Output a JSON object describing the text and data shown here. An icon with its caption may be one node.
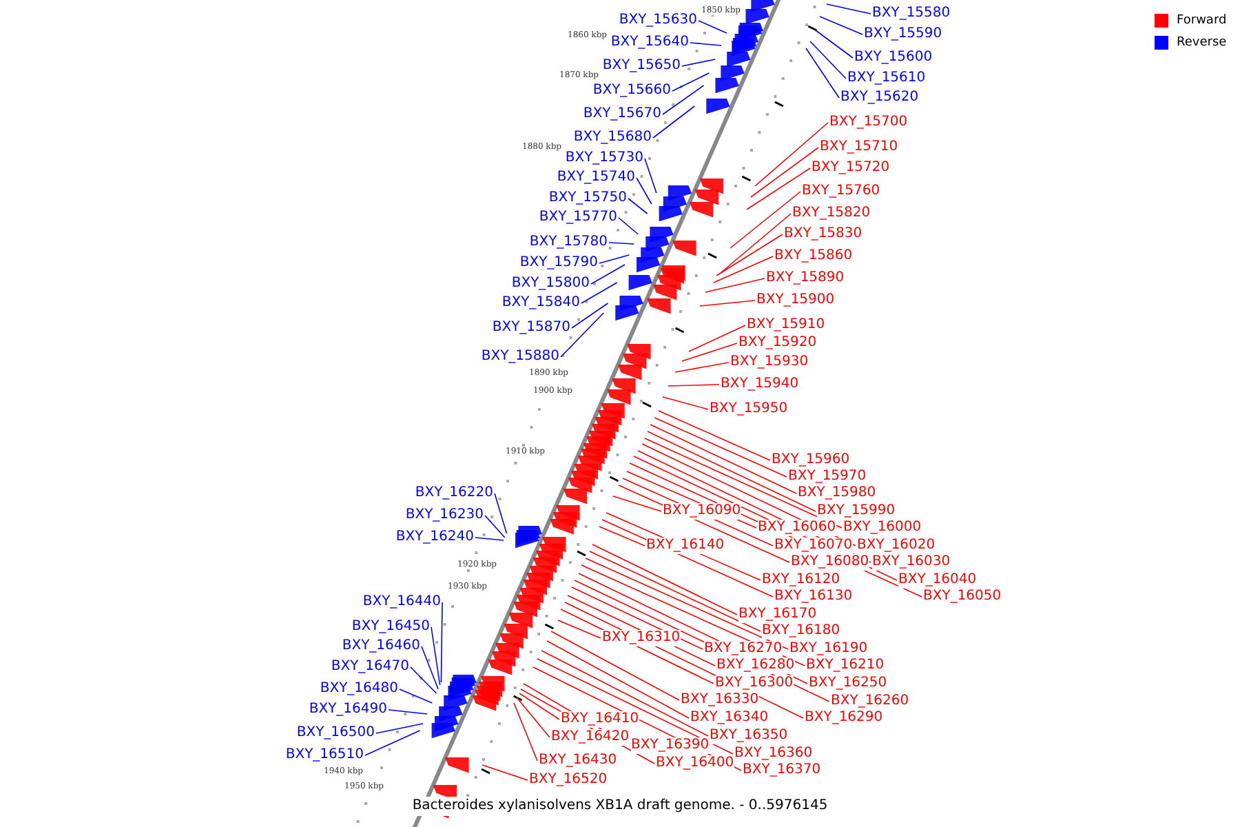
{
  "diagram": {
    "caption": "Bacteroides xylanisolvens XB1A draft genome. - 0..5976145",
    "nodes": [
      {
        "text": [
          "BXY_15580"
        ]
      },
      {
        "text": [
          "BXY_15590"
        ]
      },
      {
        "text": [
          "BXY_15600"
        ]
      },
      {
        "text": [
          "BXY_15610"
        ]
      },
      {
        "text": [
          "BXY_15620"
        ]
      },
      {
        "text": [
          "BXY_15630"
        ]
      },
      {
        "text": [
          "BXY_15640"
        ]
      },
      {
        "text": [
          "BXY_15650"
        ]
      },
      {
        "text": [
          "BXY_15660"
        ]
      },
      {
        "text": [
          "BXY_15670"
        ]
      },
      {
        "text": [
          "BXY_15680"
        ]
      },
      {
        "text": [
          "BXY_15700"
        ]
      },
      {
        "text": [
          "BXY_15710"
        ]
      },
      {
        "text": [
          "BXY_15720"
        ]
      },
      {
        "text": [
          "BXY_15730"
        ]
      },
      {
        "text": [
          "BXY_15740"
        ]
      },
      {
        "text": [
          "BXY_15750"
        ]
      },
      {
        "text": [
          "BXY_15760"
        ]
      },
      {
        "text": [
          "BXY_15770"
        ]
      },
      {
        "text": [
          "BXY_15780"
        ]
      },
      {
        "text": [
          "BXY_15790"
        ]
      },
      {
        "text": [
          "BXY_15800"
        ]
      },
      {
        "text": [
          "BXY_15820"
        ]
      },
      {
        "text": [
          "BXY_15830"
        ]
      },
      {
        "text": [
          "BXY_15840"
        ]
      },
      {
        "text": [
          "BXY_15860"
        ]
      },
      {
        "text": [
          "BXY_15870"
        ]
      },
      {
        "text": [
          "BXY_15880"
        ]
      },
      {
        "text": [
          "BXY_15890"
        ]
      },
      {
        "text": [
          "BXY_15900"
        ]
      },
      {
        "text": [
          "BXY_15910"
        ]
      },
      {
        "text": [
          "BXY_15920"
        ]
      },
      {
        "text": [
          "BXY_15930"
        ]
      },
      {
        "text": [
          "BXY_15940"
        ]
      },
      {
        "text": [
          "BXY_15950"
        ]
      },
      {
        "text": [
          "BXY_15960"
        ]
      },
      {
        "text": [
          "BXY_15970"
        ]
      },
      {
        "text": [
          "BXY_15980"
        ]
      },
      {
        "text": [
          "BXY_15990"
        ]
      },
      {
        "text": [
          "BXY_16000"
        ]
      },
      {
        "text": [
          "BXY_16020"
        ]
      },
      {
        "text": [
          "BXY_16030"
        ]
      },
      {
        "text": [
          "BXY_16040"
        ]
      },
      {
        "text": [
          "BXY_16050"
        ]
      },
      {
        "text": [
          "BXY_16060"
        ]
      },
      {
        "text": [
          "BXY_16070"
        ]
      },
      {
        "text": [
          "BXY_16080"
        ]
      },
      {
        "text": [
          "BXY_16090"
        ]
      },
      {
        "text": [
          "BXY_16120"
        ]
      },
      {
        "text": [
          "BXY_16130"
        ]
      },
      {
        "text": [
          "BXY_16140"
        ]
      },
      {
        "text": [
          "BXY_16170"
        ]
      },
      {
        "text": [
          "BXY_16180"
        ]
      },
      {
        "text": [
          "BXY_16190"
        ]
      },
      {
        "text": [
          "BXY_16210"
        ]
      },
      {
        "text": [
          "BXY_16220"
        ]
      },
      {
        "text": [
          "BXY_16230"
        ]
      },
      {
        "text": [
          "BXY_16240"
        ]
      },
      {
        "text": [
          "BXY_16250"
        ]
      },
      {
        "text": [
          "BXY_16260"
        ]
      },
      {
        "text": [
          "BXY_16270"
        ]
      },
      {
        "text": [
          "BXY_16280"
        ]
      },
      {
        "text": [
          "BXY_16290"
        ]
      },
      {
        "text": [
          "BXY_16300"
        ]
      },
      {
        "text": [
          "BXY_16310"
        ]
      },
      {
        "text": [
          "BXY_16330"
        ]
      },
      {
        "text": [
          "BXY_16340"
        ]
      },
      {
        "text": [
          "BXY_16350"
        ]
      },
      {
        "text": [
          "BXY_16360"
        ]
      },
      {
        "text": [
          "BXY_16370"
        ]
      },
      {
        "text": [
          "BXY_16390"
        ]
      },
      {
        "text": [
          "BXY_16400"
        ]
      },
      {
        "text": [
          "BXY_16410"
        ]
      },
      {
        "text": [
          "BXY_16420"
        ]
      },
      {
        "text": [
          "BXY_16430"
        ]
      },
      {
        "text": [
          "BXY_16440"
        ]
      },
      {
        "text": [
          "BXY_16450"
        ]
      },
      {
        "text": [
          "BXY_16460"
        ]
      },
      {
        "text": [
          "BXY_16470"
        ]
      },
      {
        "text": [
          "BXY_16480"
        ]
      },
      {
        "text": [
          "BXY_16490"
        ]
      },
      {
        "text": [
          "BXY_16500"
        ]
      },
      {
        "text": [
          "BXY_16510"
        ]
      },
      {
        "text": [
          "BXY_16520"
        ]
      }
    ],
    "edges": [
      {
        "from": 0,
        "to": null,
        "arrow": "none",
        "color": "#0000ff"
      },
      {
        "from": 1,
        "to": null,
        "arrow": "none",
        "color": "#0000ff"
      },
      {
        "from": 2,
        "to": null,
        "arrow": "none",
        "color": "#0000ff"
      },
      {
        "from": 3,
        "to": null,
        "arrow": "none",
        "color": "#0000ff"
      },
      {
        "from": 4,
        "to": null,
        "arrow": "none",
        "color": "#0000ff"
      },
      {
        "from": 5,
        "to": null,
        "arrow": "none",
        "color": "#0000ff"
      },
      {
        "from": 6,
        "to": null,
        "arrow": "none",
        "color": "#0000ff"
      },
      {
        "from": 7,
        "to": null,
        "arrow": "none",
        "color": "#0000ff"
      },
      {
        "from": 8,
        "to": null,
        "arrow": "none",
        "color": "#0000ff"
      },
      {
        "from": 9,
        "to": null,
        "arrow": "none",
        "color": "#0000ff"
      },
      {
        "from": 10,
        "to": null,
        "arrow": "none",
        "color": "#0000ff"
      },
      {
        "from": 11,
        "to": null,
        "arrow": "none"
      },
      {
        "from": 12,
        "to": null,
        "arrow": "none"
      },
      {
        "from": 13,
        "to": null,
        "arrow": "none"
      },
      {
        "from": 14,
        "to": null,
        "arrow": "none",
        "color": "#0000ff"
      },
      {
        "from": 15,
        "to": null,
        "arrow": "none",
        "color": "#0000ff"
      },
      {
        "from": 16,
        "to": null,
        "arrow": "none",
        "color": "#0000ff"
      },
      {
        "from": 17,
        "to": null,
        "arrow": "none"
      },
      {
        "from": 18,
        "to": null,
        "arrow": "none",
        "color": "#0000ff"
      },
      {
        "from": 19,
        "to": null,
        "arrow": "none",
        "color": "#0000ff"
      },
      {
        "from": 20,
        "to": null,
        "arrow": "none",
        "color": "#0000ff"
      },
      {
        "from": 21,
        "to": null,
        "arrow": "none",
        "color": "#0000ff"
      },
      {
        "from": 22,
        "to": null,
        "arrow": "none"
      },
      {
        "from": 23,
        "to": null,
        "arrow": "none"
      },
      {
        "from": 24,
        "to": null,
        "arrow": "none",
        "color": "#0000ff"
      },
      {
        "from": 25,
        "to": null,
        "arrow": "none"
      },
      {
        "from": 26,
        "to": null,
        "arrow": "none",
        "color": "#0000ff"
      },
      {
        "from": 27,
        "to": null,
        "arrow": "none",
        "color": "#0000ff"
      },
      {
        "from": 28,
        "to": null,
        "arrow": "none"
      },
      {
        "from": 29,
        "to": null,
        "arrow": "none"
      },
      {
        "from": 30,
        "to": null,
        "arrow": "none"
      },
      {
        "from": 31,
        "to": null,
        "arrow": "none"
      },
      {
        "from": 32,
        "to": null,
        "arrow": "none"
      },
      {
        "from": 33,
        "to": null,
        "arrow": "none"
      },
      {
        "from": 34,
        "to": null,
        "arrow": "none"
      },
      {
        "from": 35,
        "to": null,
        "arrow": "none"
      },
      {
        "from": 36,
        "to": null,
        "arrow": "none"
      },
      {
        "from": 37,
        "to": null,
        "arrow": "none"
      },
      {
        "from": 38,
        "to": null,
        "arrow": "none"
      },
      {
        "from": 39,
        "to": null,
        "arrow": "none"
      },
      {
        "from": 40,
        "to": null,
        "arrow": "none"
      },
      {
        "from": 41,
        "to": null,
        "arrow": "none"
      },
      {
        "from": 42,
        "to": null,
        "arrow": "none"
      },
      {
        "from": 43,
        "to": null,
        "arrow": "none"
      },
      {
        "from": 44,
        "to": null,
        "arrow": "none"
      },
      {
        "from": 45,
        "to": null,
        "arrow": "none"
      },
      {
        "from": 46,
        "to": null,
        "arrow": "none"
      },
      {
        "from": 47,
        "to": null,
        "arrow": "none"
      },
      {
        "from": 48,
        "to": null,
        "arrow": "none"
      },
      {
        "from": 49,
        "to": null,
        "arrow": "none"
      },
      {
        "from": 50,
        "to": null,
        "arrow": "none"
      },
      {
        "from": 51,
        "to": null,
        "arrow": "none"
      },
      {
        "from": 52,
        "to": null,
        "arrow": "none"
      },
      {
        "from": 53,
        "to": null,
        "arrow": "none"
      },
      {
        "from": 54,
        "to": null,
        "arrow": "none"
      },
      {
        "from": 55,
        "to": null,
        "arrow": "none",
        "color": "#0000ff"
      },
      {
        "from": 56,
        "to": null,
        "arrow": "none",
        "color": "#0000ff"
      },
      {
        "from": 57,
        "to": null,
        "arrow": "none",
        "color": "#0000ff"
      },
      {
        "from": 58,
        "to": null,
        "arrow": "none"
      },
      {
        "from": 59,
        "to": null,
        "arrow": "none"
      },
      {
        "from": 60,
        "to": null,
        "arrow": "none"
      },
      {
        "from": 61,
        "to": null,
        "arrow": "none"
      },
      {
        "from": 62,
        "to": null,
        "arrow": "none"
      },
      {
        "from": 63,
        "to": null,
        "arrow": "none"
      },
      {
        "from": 64,
        "to": null,
        "arrow": "none"
      },
      {
        "from": 65,
        "to": null,
        "arrow": "none"
      },
      {
        "from": 66,
        "to": null,
        "arrow": "none"
      },
      {
        "from": 67,
        "to": null,
        "arrow": "none"
      },
      {
        "from": 68,
        "to": null,
        "arrow": "none"
      },
      {
        "from": 69,
        "to": null,
        "arrow": "none"
      },
      {
        "from": 70,
        "to": null,
        "arrow": "none"
      },
      {
        "from": 71,
        "to": null,
        "arrow": "none"
      },
      {
        "from": 72,
        "to": null,
        "arrow": "none"
      },
      {
        "from": 73,
        "to": null,
        "arrow": "none"
      },
      {
        "from": 74,
        "to": null,
        "arrow": "none"
      },
      {
        "from": 75,
        "to": null,
        "arrow": "none",
        "color": "#0000ff"
      },
      {
        "from": 76,
        "to": null,
        "arrow": "none",
        "color": "#0000ff"
      },
      {
        "from": 77,
        "to": null,
        "arrow": "none",
        "color": "#0000ff"
      },
      {
        "from": 78,
        "to": null,
        "arrow": "none",
        "color": "#0000ff"
      },
      {
        "from": 79,
        "to": null,
        "arrow": "none",
        "color": "#0000ff"
      },
      {
        "from": 80,
        "to": null,
        "arrow": "none",
        "color": "#0000ff"
      },
      {
        "from": 81,
        "to": null,
        "arrow": "none",
        "color": "#0000ff"
      },
      {
        "from": 82,
        "to": null,
        "arrow": "none",
        "color": "#0000ff"
      },
      {
        "from": 83,
        "to": null,
        "arrow": "none"
      }
    ],
    "labels": [
      "1850 kbp",
      "1860 kbp",
      "1870 kbp",
      "1880 kbp",
      "1890 kbp",
      "1900 kbp",
      "1910 kbp",
      "1920 kbp",
      "1930 kbp",
      "1940 kbp",
      "1950 kbp"
    ],
    "legend": [
      {
        "text": "Forward",
        "color": "#ff0000"
      },
      {
        "text": "Reverse",
        "color": "#0000ff"
      }
    ]
  }
}
